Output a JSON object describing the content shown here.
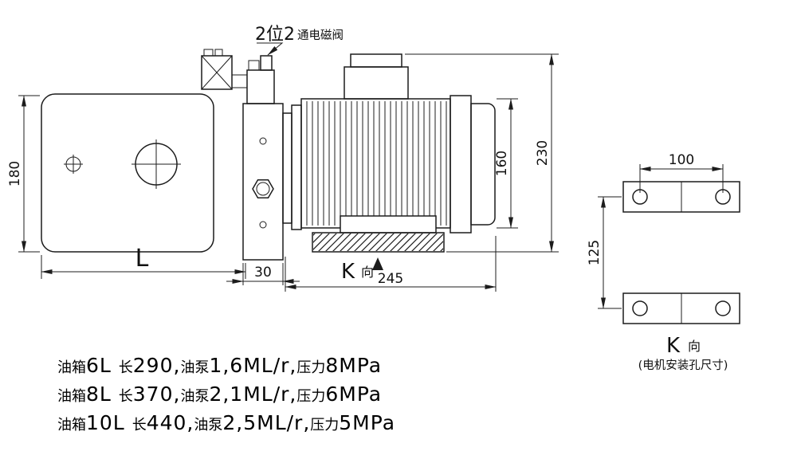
{
  "colors": {
    "line": "#1c1c1c",
    "bg": "#ffffff"
  },
  "drawing": {
    "valve_label": {
      "big": "2位2",
      "small": "通电磁阀"
    },
    "k_arrow": {
      "main": "K",
      "suffix": "向"
    },
    "dims": {
      "tank_height": "180",
      "tank_length_symbol": "L",
      "pump_width": "30",
      "motor_dia": "160",
      "overall_height": "230",
      "motor_length": "245"
    }
  },
  "k_view": {
    "dims": {
      "hole_pitch": "100",
      "row_pitch": "125"
    },
    "label": {
      "main": "K",
      "suffix": "向"
    },
    "subtitle": "(电机安装孔尺寸)"
  },
  "specs": [
    {
      "segments": [
        {
          "t": "油箱",
          "k": "cn"
        },
        {
          "t": "6L ",
          "k": "num"
        },
        {
          "t": "长",
          "k": "cn"
        },
        {
          "t": "290,",
          "k": "num"
        },
        {
          "t": "油泵",
          "k": "cn"
        },
        {
          "t": "1,6ML/r,",
          "k": "num"
        },
        {
          "t": "压力",
          "k": "cn"
        },
        {
          "t": "8MPa",
          "k": "num"
        }
      ]
    },
    {
      "segments": [
        {
          "t": "油箱",
          "k": "cn"
        },
        {
          "t": "8L ",
          "k": "num"
        },
        {
          "t": "长",
          "k": "cn"
        },
        {
          "t": "370,",
          "k": "num"
        },
        {
          "t": "油泵",
          "k": "cn"
        },
        {
          "t": "2,1ML/r,",
          "k": "num"
        },
        {
          "t": "压力",
          "k": "cn"
        },
        {
          "t": "6MPa",
          "k": "num"
        }
      ]
    },
    {
      "segments": [
        {
          "t": "油箱",
          "k": "cn"
        },
        {
          "t": "10L ",
          "k": "num"
        },
        {
          "t": "长",
          "k": "cn"
        },
        {
          "t": "440,",
          "k": "num"
        },
        {
          "t": "油泵",
          "k": "cn"
        },
        {
          "t": "2,5ML/r,",
          "k": "num"
        },
        {
          "t": "压力",
          "k": "cn"
        },
        {
          "t": "5MPa",
          "k": "num"
        }
      ]
    }
  ]
}
